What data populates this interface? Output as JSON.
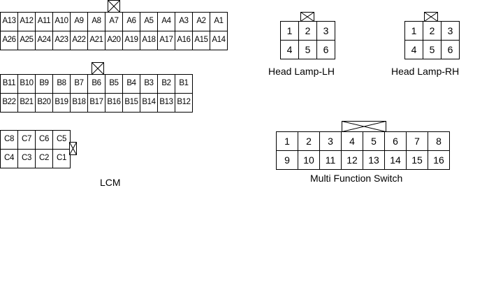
{
  "connectors": {
    "lcm": {
      "label": "LCM",
      "a": {
        "rows": [
          [
            "A13",
            "A12",
            "A11",
            "A10",
            "A9",
            "A8",
            "A7",
            "A6",
            "A5",
            "A4",
            "A3",
            "A2",
            "A1"
          ],
          [
            "A26",
            "A25",
            "A24",
            "A23",
            "A22",
            "A21",
            "A20",
            "A19",
            "A18",
            "A17",
            "A16",
            "A15",
            "A14"
          ]
        ]
      },
      "b": {
        "rows": [
          [
            "B11",
            "B10",
            "B9",
            "B8",
            "B7",
            "B6",
            "B5",
            "B4",
            "B3",
            "B2",
            "B1"
          ],
          [
            "B22",
            "B21",
            "B20",
            "B19",
            "B18",
            "B17",
            "B16",
            "B15",
            "B14",
            "B13",
            "B12"
          ]
        ]
      },
      "c": {
        "rows": [
          [
            "C8",
            "C7",
            "C6",
            "C5"
          ],
          [
            "C4",
            "C3",
            "C2",
            "C1"
          ]
        ]
      }
    },
    "head_lamp_lh": {
      "label": "Head Lamp-LH",
      "rows": [
        [
          "1",
          "2",
          "3"
        ],
        [
          "4",
          "5",
          "6"
        ]
      ]
    },
    "head_lamp_rh": {
      "label": "Head Lamp-RH",
      "rows": [
        [
          "1",
          "2",
          "3"
        ],
        [
          "4",
          "5",
          "6"
        ]
      ]
    },
    "multi_function_switch": {
      "label": "Multi Function Switch",
      "rows": [
        [
          "1",
          "2",
          "3",
          "4",
          "5",
          "6",
          "7",
          "8"
        ],
        [
          "9",
          "10",
          "11",
          "12",
          "13",
          "14",
          "15",
          "16"
        ]
      ]
    }
  }
}
